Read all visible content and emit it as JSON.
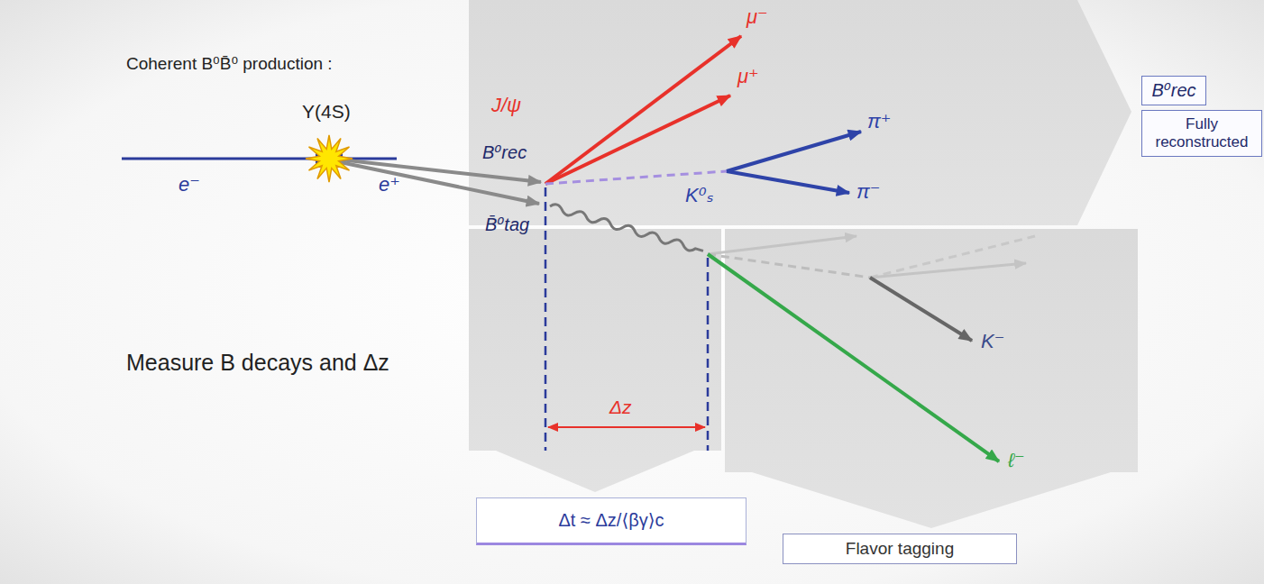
{
  "diagram": {
    "nodes": [
      {
        "text": [
          "B⁰rec"
        ]
      },
      {
        "text": [
          "Fully reconstructed"
        ]
      },
      {
        "text": [
          "Δt ≈ Δz/⟨βγ⟩c"
        ]
      },
      {
        "text": [
          "Flavor tagging"
        ]
      }
    ],
    "labels": [
      "Coherent B⁰B̄⁰ production :",
      "Υ(4S)",
      "e⁻",
      "e⁺",
      "B⁰rec",
      "B̄⁰tag",
      "J/ψ",
      "μ⁻",
      "μ⁺",
      "K⁰ₛ",
      "π⁺",
      "π⁻",
      "Δz",
      "K⁻",
      "ℓ⁻",
      "Measure B decays and Δz"
    ]
  }
}
